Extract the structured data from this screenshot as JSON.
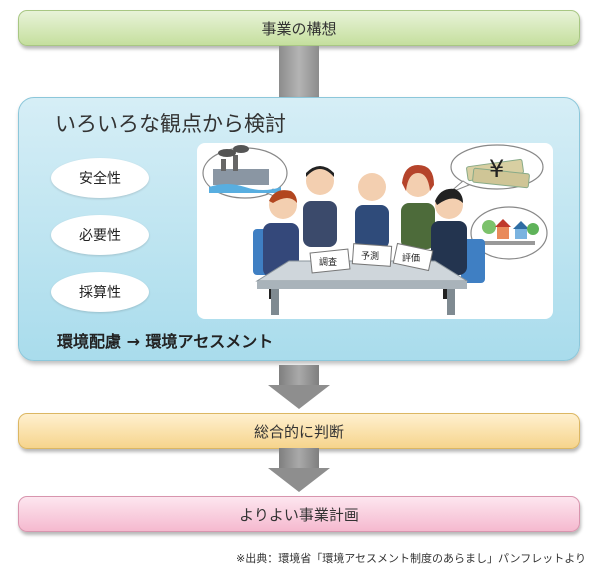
{
  "top_box": {
    "label": "事業の構想"
  },
  "panel": {
    "title": "いろいろな観点から検討",
    "aspects": [
      "安全性",
      "必要性",
      "採算性"
    ],
    "conclusion": "環境配慮 → 環境アセスメント",
    "papers": [
      "調査",
      "予測",
      "評価"
    ],
    "yen_symbol": "¥"
  },
  "judgment_box": {
    "label": "総合的に判断"
  },
  "plan_box": {
    "label": "よりよい事業計画"
  },
  "source_note": "※出典：環境省「環境アセスメント制度のあらまし」パンフレットより",
  "colors": {
    "top_bar": "#c5df9e",
    "panel": "#a9dcec",
    "judgment_bar": "#f6d48c",
    "plan_bar": "#f5b9cf",
    "arrow": "#8e8e8e"
  }
}
